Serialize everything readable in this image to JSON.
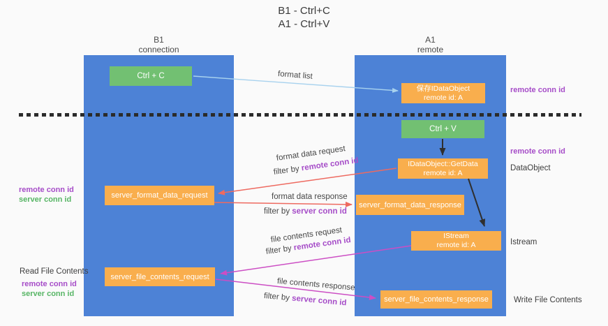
{
  "title": {
    "line1": "B1 - Ctrl+C",
    "line2": "A1 - Ctrl+V"
  },
  "lanes": {
    "left": {
      "name": "B1",
      "role": "connection"
    },
    "right": {
      "name": "A1",
      "role": "remote"
    }
  },
  "boxes": {
    "ctrl_c": {
      "label": "Ctrl + C"
    },
    "save_idataobject": {
      "line1": "保存IDataObject",
      "line2": "remote id: A"
    },
    "ctrl_v": {
      "label": "Ctrl + V"
    },
    "getdata": {
      "line1": "IDataObject::GetData",
      "line2": "remote id: A"
    },
    "server_format_data_request": {
      "label": "server_format_data_request"
    },
    "server_format_data_response": {
      "label": "server_format_data_response"
    },
    "istream": {
      "line1": "IStream",
      "line2": "remote id: A"
    },
    "server_file_contents_request": {
      "label": "server_file_contents_request"
    },
    "server_file_contents_response": {
      "label": "server_file_contents_response"
    }
  },
  "arrows": {
    "format_list": {
      "label": "format list"
    },
    "format_data_request": {
      "label": "format data request",
      "filter_prefix": "filter by",
      "filter_id": "remote conn id"
    },
    "format_data_response": {
      "label": "format data response",
      "filter_prefix": "filter by",
      "filter_id": "server conn id"
    },
    "file_contents_request": {
      "label": "file contents request",
      "filter_prefix": "filter by",
      "filter_id": "remote conn id"
    },
    "file_contents_response": {
      "label": "file contents response",
      "filter_prefix": "filter by",
      "filter_id": "server conn id"
    }
  },
  "side_labels": {
    "right_remote_conn_id_top": "remote conn id",
    "right_remote_conn_id_mid": "remote conn id",
    "right_dataobject": "DataObject",
    "right_istream": "Istream",
    "right_write_file_contents": "Write File Contents",
    "left_remote_conn_id_1": "remote conn id",
    "left_server_conn_id_1": "server conn id",
    "left_read_file_contents": "Read File Contents",
    "left_remote_conn_id_2": "remote conn id",
    "left_server_conn_id_2": "server conn id"
  },
  "colors": {
    "lane_blue": "#4d82d6",
    "box_orange": "#f9ae4d",
    "box_green": "#72c072",
    "arrow_lightblue": "#a8d2ee",
    "arrow_red": "#ee6a60",
    "arrow_magenta": "#cc4ec4",
    "arrow_black": "#2f2f2f",
    "label_purple": "#a64dc8",
    "label_green": "#57b565",
    "divider_dark": "#2b2b2b",
    "background": "#fafafa"
  }
}
